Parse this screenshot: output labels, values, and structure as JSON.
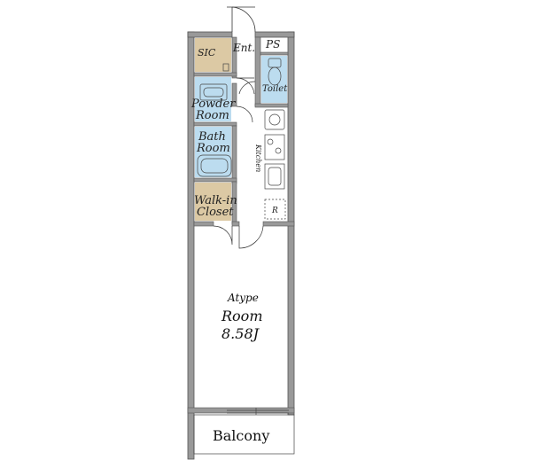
{
  "labels": {
    "sic": "SIC",
    "entrance": "Ent.",
    "ps": "PS",
    "toilet": "Toilet",
    "powder_line1": "Powder",
    "powder_line2": "Room",
    "bath_line1": "Bath",
    "bath_line2": "Room",
    "kitchen": "Kitchen",
    "walkin_line1": "Walk-in",
    "walkin_line2": "Closet",
    "refrigerator": "R",
    "type": "Atype",
    "room": "Room",
    "area": "8.58J",
    "balcony": "Balcony"
  },
  "colors": {
    "wall": "#999999",
    "wall_edge": "#555555",
    "storage_fill": "#dcc9a4",
    "wet_fill": "#bcdcef",
    "line": "#333333"
  }
}
